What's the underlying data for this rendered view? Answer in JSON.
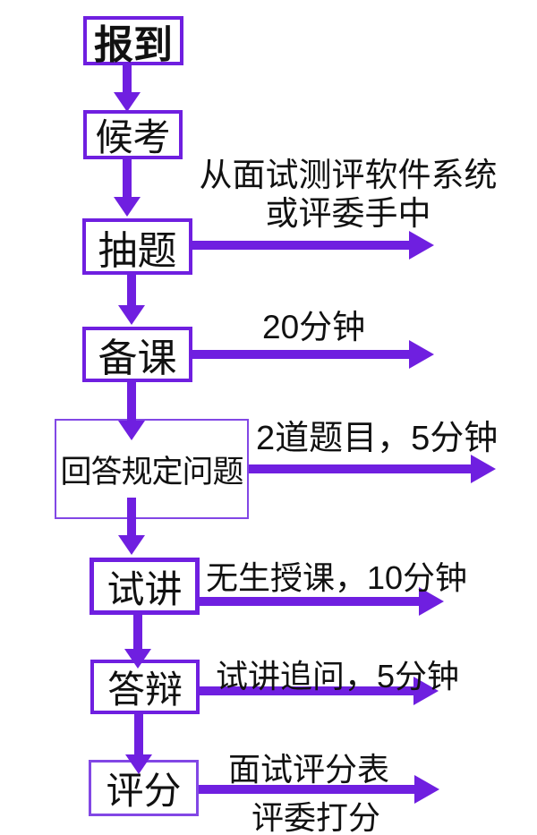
{
  "flow": {
    "accent_color": "#6F1FE0",
    "accent_color_light": "#8247E5",
    "steps": {
      "checkin": {
        "label": "报到"
      },
      "waiting": {
        "label": "候考"
      },
      "draw": {
        "label": "抽题"
      },
      "prep": {
        "label": "备课"
      },
      "answer": {
        "label": "回答规定问题"
      },
      "lecture": {
        "label": "试讲"
      },
      "defense": {
        "label": "答辩"
      },
      "score": {
        "label": "评分"
      }
    },
    "notes": {
      "draw_line1": "从面试测评软件系统",
      "draw_line2": "或评委手中",
      "prep": "20分钟",
      "answer": "2道题目，5分钟",
      "lecture": "无生授课，10分钟",
      "defense": "试讲追问，5分钟",
      "score_line1": "面试评分表",
      "score_line2": "评委打分"
    }
  }
}
